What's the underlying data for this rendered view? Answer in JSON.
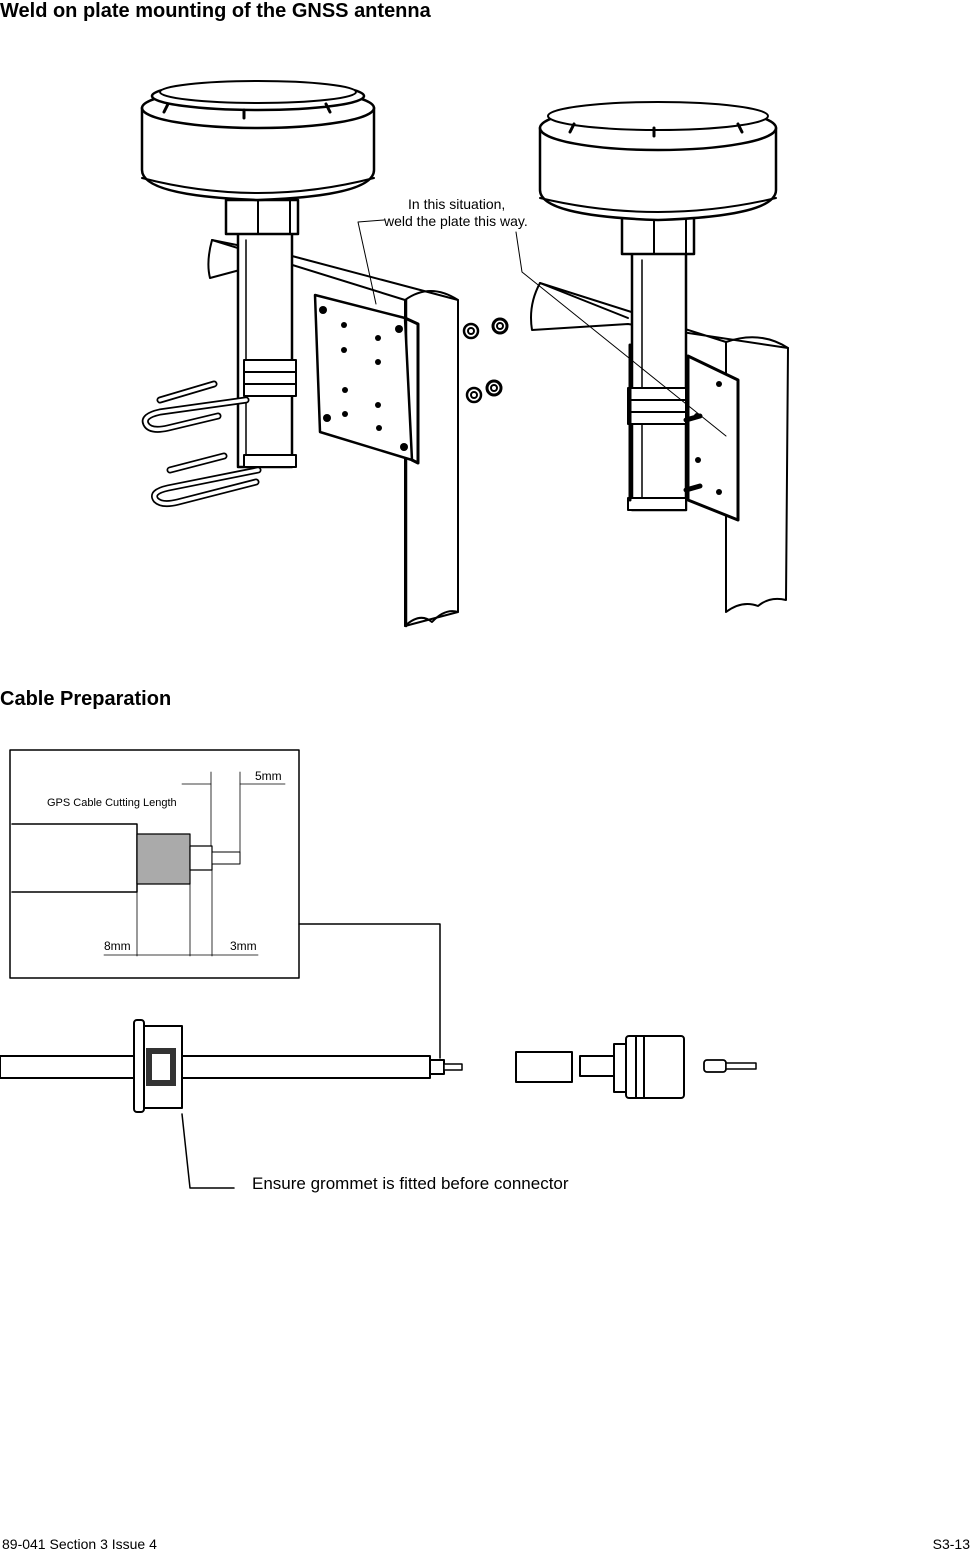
{
  "section1": {
    "title": "Weld on plate mounting of the GNSS antenna",
    "callout_line1": "In this situation,",
    "callout_line2": "weld the plate this way."
  },
  "section2": {
    "title": "Cable Preparation",
    "inset_title": "GPS Cable Cutting Length",
    "dim_5mm": "5mm",
    "dim_8mm": "8mm",
    "dim_3mm": "3mm",
    "note": "Ensure grommet is fitted before connector"
  },
  "footer": {
    "left": "89-041 Section 3 Issue 4",
    "right": "S3-13"
  }
}
